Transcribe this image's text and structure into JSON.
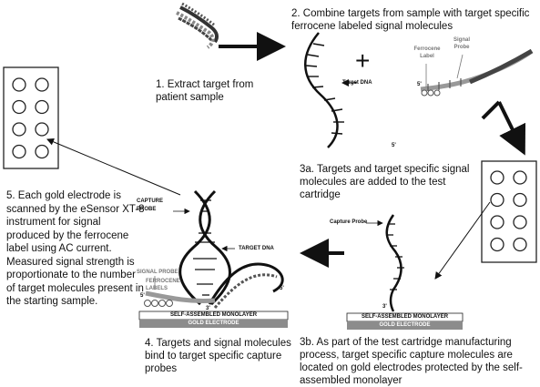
{
  "steps": {
    "step1": "1. Extract target from patient sample",
    "step2": "2. Combine targets from sample with target specific ferrocene labeled signal molecules",
    "step3a": "3a. Targets and target specific signal molecules are added to the test cartridge",
    "step3b": "3b. As part of the test cartridge manufacturing process, target specific capture molecules are located on gold electrodes protected by the self-assembled monolayer",
    "step4": "4. Targets and signal molecules bind to target specific capture probes",
    "step5": "5. Each gold electrode is scanned by the eSensor XT-8 instrument for signal produced by the ferrocene label using AC current. Measured signal strength is proportionate to the number of target molecules present in the starting sample."
  },
  "labels": {
    "target_dna": "Target DNA",
    "five_prime": "5'",
    "three_prime": "3'",
    "signal_probe": "Signal Probe",
    "ferrocene_label": "Ferrocene Label",
    "capture_probe": "Capture Probe",
    "capture_probe_caps": "CAPTURE PROBE",
    "target_dna_caps": "TARGET DNA",
    "signal_probe_caps": "SIGNAL PROBE",
    "ferrocene_labels_caps": "FERROCENE LABELS",
    "sam": "SELF-ASSEMBLED MONOLAYER",
    "gold_electrode": "GOLD ELECTRODE",
    "plus": "+"
  },
  "cartridge": {
    "rows": 4,
    "cols": 2
  },
  "colors": {
    "gold_bar": "#8c8c8c",
    "arrow": "#111111",
    "grey_probe": "#9a9a9a"
  }
}
